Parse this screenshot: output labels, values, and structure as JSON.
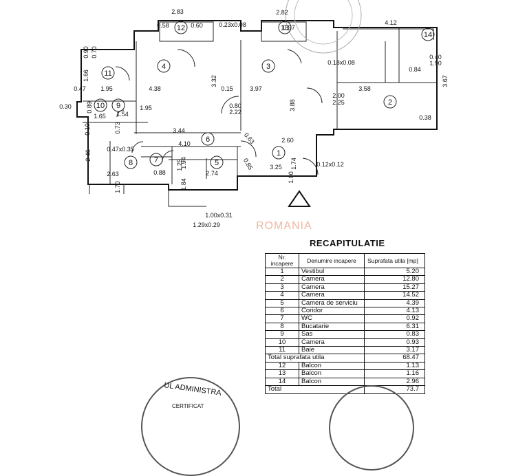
{
  "watermark": "ROMANIA",
  "recap": {
    "title": "RECAPITULATIE",
    "headers": {
      "nr": "Nr. incapere",
      "name": "Denumire incapere",
      "area": "Suprafata utila [mp]"
    },
    "rows": [
      {
        "nr": "1",
        "name": "Vestibul",
        "area": "5.20"
      },
      {
        "nr": "2",
        "name": "Camera",
        "area": "12.80"
      },
      {
        "nr": "3",
        "name": "Camera",
        "area": "15.27"
      },
      {
        "nr": "4",
        "name": "Camera",
        "area": "14.52"
      },
      {
        "nr": "5",
        "name": "Camera de serviciu",
        "area": "4.39"
      },
      {
        "nr": "6",
        "name": "Coridor",
        "area": "4.13"
      },
      {
        "nr": "7",
        "name": "WC",
        "area": "0.92"
      },
      {
        "nr": "8",
        "name": "Bucatarie",
        "area": "6.31"
      },
      {
        "nr": "9",
        "name": "Sas",
        "area": "0.83"
      },
      {
        "nr": "10",
        "name": "Camera",
        "area": "0.93"
      },
      {
        "nr": "11",
        "name": "Baie",
        "area": "3.17"
      }
    ],
    "total_useful": {
      "label": "Total suprafata utila",
      "area": "68.47"
    },
    "balconies": [
      {
        "nr": "12",
        "name": "Balcon",
        "area": "1.13"
      },
      {
        "nr": "13",
        "name": "Balcon",
        "area": "1.16"
      },
      {
        "nr": "14",
        "name": "Balcon",
        "area": "2.96"
      }
    ],
    "total": {
      "label": "Total",
      "area": "73.7"
    }
  },
  "stamp_text": {
    "admin": "UL ADMINISTRA",
    "cert": "CERTIFICAT"
  },
  "plan_labels": {
    "rooms": [
      "1",
      "2",
      "3",
      "4",
      "5",
      "6",
      "7",
      "8",
      "9",
      "10",
      "11",
      "12",
      "13",
      "14"
    ],
    "dims": [
      "2.83",
      "2.82",
      "4.12",
      "0.23x0.08",
      "4.38",
      "3.97",
      "3.58",
      "3.32",
      "3.88",
      "3.67",
      "1.95",
      "1.66",
      "0.47",
      "0.90",
      "0.70",
      "0.89",
      "1.65",
      "0.30",
      "3.44",
      "4.10",
      "2.60",
      "0.15",
      "3.25",
      "2.74",
      "2.63",
      "2.46",
      "1.84",
      "1.00x0.31",
      "1.29x0.29",
      "0.12x0.12",
      "0.18x0.08",
      "2.00",
      "2.25",
      "0.40",
      "1.90",
      "0.84",
      "0.38",
      "0.47x0.35",
      "0.80",
      "2.22",
      "1.94",
      "1.74",
      "1.00",
      "0.88",
      "1.95",
      "0.58",
      "0.60",
      "0.10",
      "0.73",
      "1.54",
      "1.70",
      "0.97",
      "0.63",
      "0.85",
      "1.25"
    ]
  }
}
